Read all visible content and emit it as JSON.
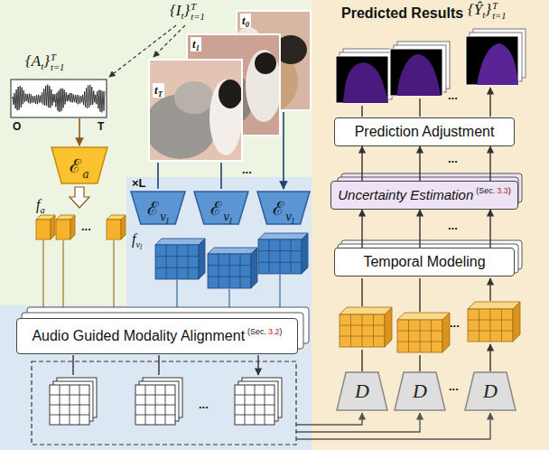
{
  "diagram": {
    "nodes": [
      {
        "text": [
          "ℰ",
          "a"
        ]
      },
      {
        "text": [
          "ℰ",
          "v",
          "l"
        ]
      },
      {
        "text": [
          "ℰ",
          "v",
          "l"
        ]
      },
      {
        "text": [
          "ℰ",
          "v",
          "l"
        ]
      },
      {
        "text": [
          "Audio Guided Modality Alignment",
          "(Sec.",
          "3.2",
          ")"
        ]
      },
      {
        "text": [
          "Prediction Adjustment"
        ]
      },
      {
        "text": [
          "Uncertainty Estimation",
          "(Sec.",
          "3.3",
          ")"
        ]
      },
      {
        "text": [
          "Temporal Modeling"
        ]
      },
      {
        "text": [
          "D"
        ]
      },
      {
        "text": [
          "D"
        ]
      },
      {
        "text": [
          "D"
        ]
      }
    ],
    "edges": [
      {
        "from": 7,
        "to": 6,
        "arrow": "to"
      },
      {
        "from": 7,
        "to": 6,
        "arrow": "to"
      },
      {
        "from": 7,
        "to": 6,
        "arrow": "to"
      },
      {
        "from": 6,
        "to": 5,
        "arrow": "to"
      },
      {
        "from": 6,
        "to": 5,
        "arrow": "to"
      },
      {
        "from": 6,
        "to": 5,
        "arrow": "to"
      }
    ],
    "labels": [
      "{A",
      "t",
      "}",
      "T",
      "t=1",
      "O",
      "T",
      "{I",
      "t",
      "}",
      "T",
      "t=1",
      "t",
      "0",
      "t",
      "1",
      "t",
      "T",
      "f",
      "a",
      "...",
      "×L",
      "f",
      "v",
      "l",
      "...",
      "...",
      "Predicted Results",
      "{Ŷ",
      "t",
      "}",
      "T",
      "t=1",
      "...",
      "...",
      "...",
      "...",
      "..."
    ]
  }
}
